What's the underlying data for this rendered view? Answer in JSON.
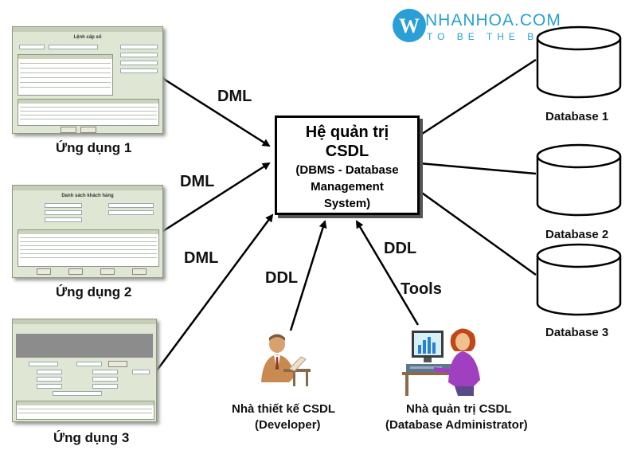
{
  "brand": {
    "logo_letter": "W",
    "name": "NHANHOA.COM",
    "tagline": "TO BE THE BEST",
    "color": "#2a9fd6"
  },
  "center": {
    "line1": "Hệ quản trị",
    "line2": "CSDL",
    "line3": "(DBMS - Database",
    "line4": "Management",
    "line5": "System)"
  },
  "applications": [
    {
      "caption": "Ứng dụng 1",
      "window_title": "Lệnh cấp số",
      "edge_label": "DML"
    },
    {
      "caption": "Ứng dụng 2",
      "window_title": "Danh sách khách hàng",
      "edge_label": "DML"
    },
    {
      "caption": "Ứng dụng 3",
      "window_title": "",
      "edge_label": "DML"
    }
  ],
  "databases": [
    {
      "label": "Database 1"
    },
    {
      "label": "Database 2"
    },
    {
      "label": "Database 3"
    }
  ],
  "actors": [
    {
      "role": "Nhà thiết kế CSDL",
      "role_en": "(Developer)",
      "edge_label": "DDL",
      "icon": "developer-person-icon"
    },
    {
      "role": "Nhà quản trị CSDL",
      "role_en": "(Database Administrator)",
      "edge_labels": [
        "DDL",
        "Tools"
      ],
      "icon": "administrator-at-computer-icon"
    }
  ]
}
